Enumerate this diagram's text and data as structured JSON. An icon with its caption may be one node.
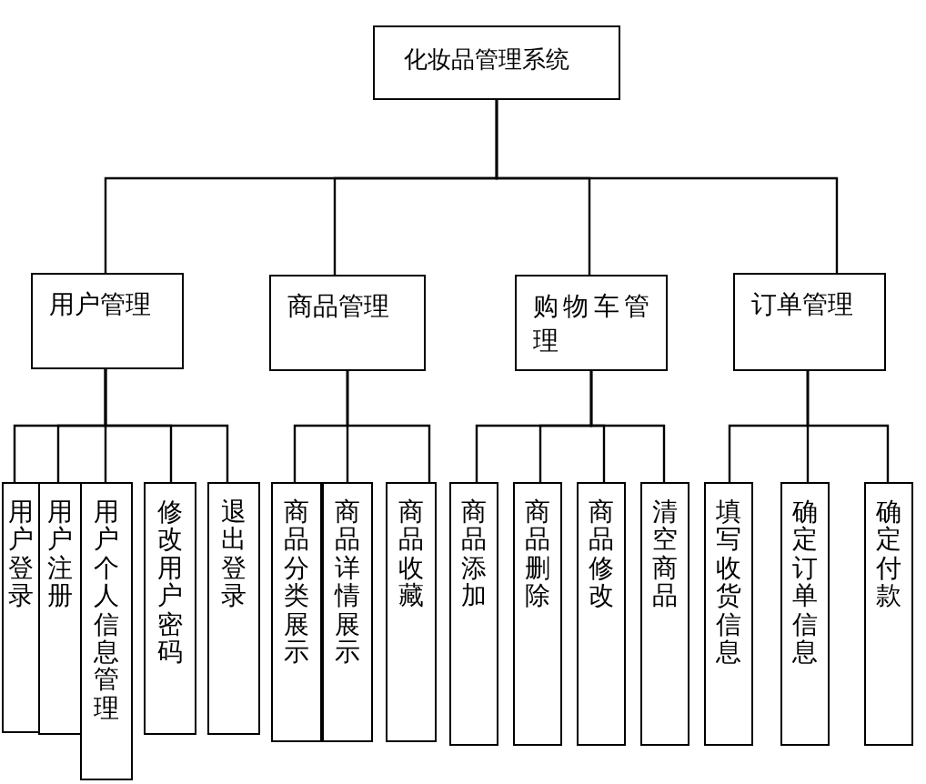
{
  "diagram": {
    "nodes": [
      {
        "text": [
          "化妆品管理系统"
        ]
      },
      {
        "text": [
          "用户管理"
        ]
      },
      {
        "text": [
          "商品管理"
        ]
      },
      {
        "text": [
          "购物车管理"
        ]
      },
      {
        "text": [
          "订单管理"
        ]
      },
      {
        "text": [
          "用户登录"
        ]
      },
      {
        "text": [
          "用户注册"
        ]
      },
      {
        "text": [
          "用户个人信息管理"
        ]
      },
      {
        "text": [
          "修改用户密码"
        ]
      },
      {
        "text": [
          "退出登录"
        ]
      },
      {
        "text": [
          "商品分类展示"
        ]
      },
      {
        "text": [
          "商品详情展示"
        ]
      },
      {
        "text": [
          "商品收藏"
        ]
      },
      {
        "text": [
          "商品添加"
        ]
      },
      {
        "text": [
          "商品删除"
        ]
      },
      {
        "text": [
          "商品修改"
        ]
      },
      {
        "text": [
          "清空商品"
        ]
      },
      {
        "text": [
          "填写收货信息"
        ]
      },
      {
        "text": [
          "确定订单信息"
        ]
      },
      {
        "text": [
          "确定付款"
        ]
      }
    ],
    "edges": [
      {
        "from": 0,
        "to": 1,
        "arrow": "none"
      },
      {
        "from": 0,
        "to": 2,
        "arrow": "none"
      },
      {
        "from": 0,
        "to": 3,
        "arrow": "none"
      },
      {
        "from": 0,
        "to": 4,
        "arrow": "none"
      },
      {
        "from": 1,
        "to": 5,
        "arrow": "none"
      },
      {
        "from": 1,
        "to": 6,
        "arrow": "none"
      },
      {
        "from": 1,
        "to": 7,
        "arrow": "none"
      },
      {
        "from": 1,
        "to": 8,
        "arrow": "none"
      },
      {
        "from": 1,
        "to": 9,
        "arrow": "none"
      },
      {
        "from": 2,
        "to": 10,
        "arrow": "none"
      },
      {
        "from": 2,
        "to": 11,
        "arrow": "none"
      },
      {
        "from": 2,
        "to": 12,
        "arrow": "none"
      },
      {
        "from": 3,
        "to": 13,
        "arrow": "none"
      },
      {
        "from": 3,
        "to": 14,
        "arrow": "none"
      },
      {
        "from": 3,
        "to": 15,
        "arrow": "none"
      },
      {
        "from": 3,
        "to": 16,
        "arrow": "none"
      },
      {
        "from": 4,
        "to": 17,
        "arrow": "none"
      },
      {
        "from": 4,
        "to": 18,
        "arrow": "none"
      },
      {
        "from": 4,
        "to": 19,
        "arrow": "none"
      }
    ]
  }
}
